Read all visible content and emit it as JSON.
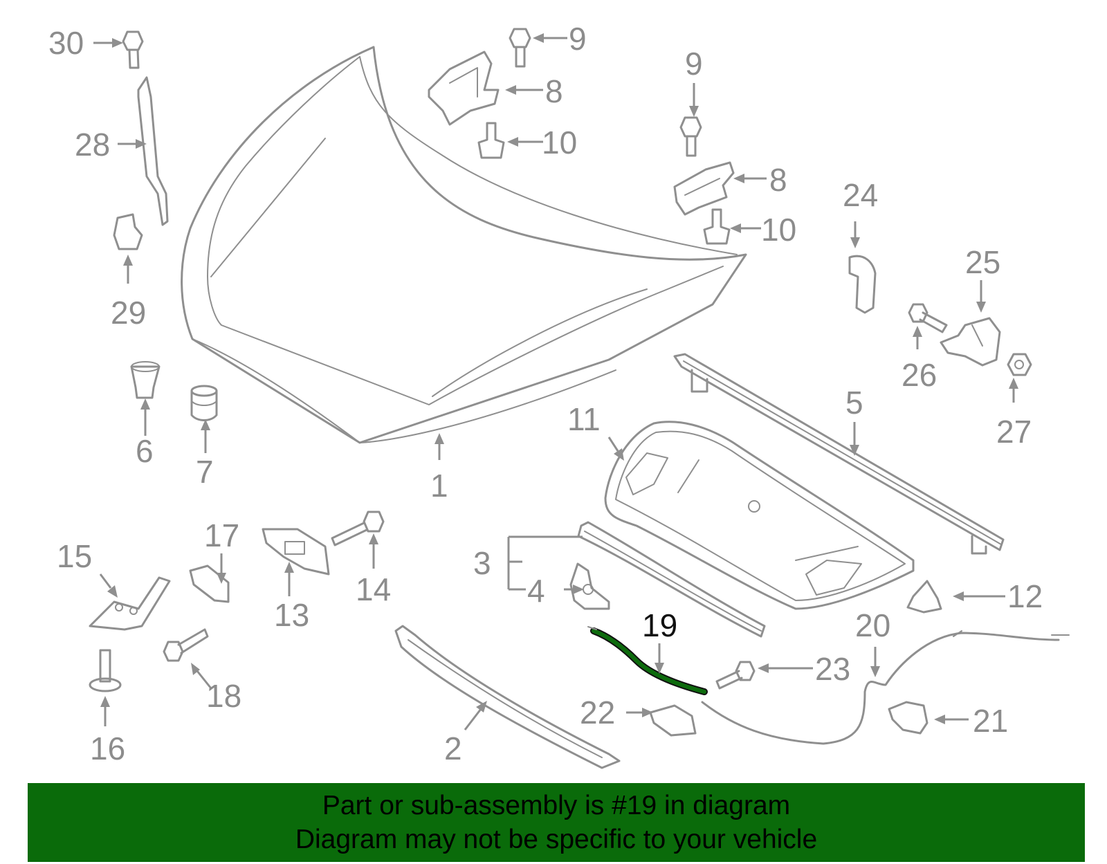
{
  "callouts": {
    "c1": "1",
    "c2": "2",
    "c3": "3",
    "c4": "4",
    "c5": "5",
    "c6": "6",
    "c7": "7",
    "c8a": "8",
    "c8b": "8",
    "c9a": "9",
    "c9b": "9",
    "c10a": "10",
    "c10b": "10",
    "c11": "11",
    "c12": "12",
    "c13": "13",
    "c14": "14",
    "c15": "15",
    "c16": "16",
    "c17": "17",
    "c18": "18",
    "c19": "19",
    "c20": "20",
    "c21": "21",
    "c22": "22",
    "c23": "23",
    "c24": "24",
    "c25": "25",
    "c26": "26",
    "c27": "27",
    "c28": "28",
    "c29": "29",
    "c30": "30"
  },
  "highlight_color": "#0d6b0d",
  "banner": {
    "line1": "Part or sub-assembly is #19 in diagram",
    "line2": "Diagram may not be specific to your vehicle",
    "background": "#0a6b0a"
  }
}
